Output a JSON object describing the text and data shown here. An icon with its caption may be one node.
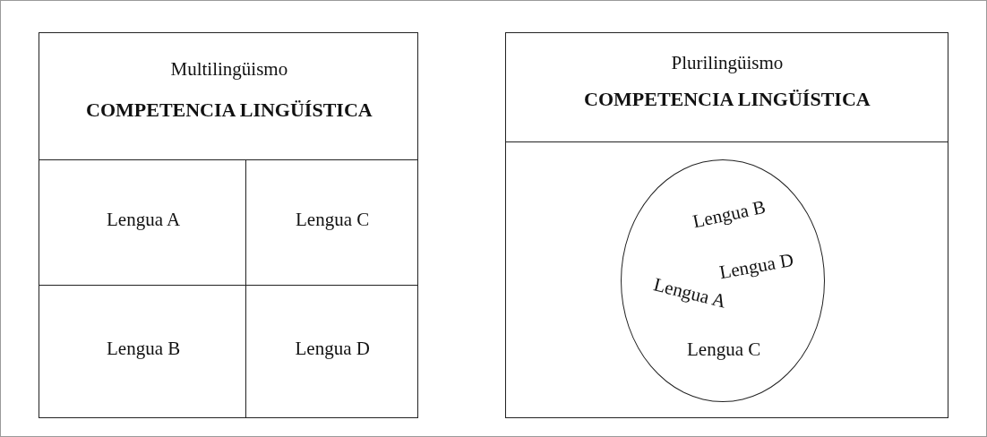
{
  "diagram": {
    "nodes": [
      {
        "text": [
          "Multilingüismo",
          "COMPETENCIA LINGÜÍSTICA"
        ]
      },
      {
        "text": [
          "Lengua A"
        ]
      },
      {
        "text": [
          "Lengua C"
        ]
      },
      {
        "text": [
          "Lengua B"
        ]
      },
      {
        "text": [
          "Lengua D"
        ]
      },
      {
        "text": [
          "Plurilingüismo",
          "COMPETENCIA LINGÜÍSTICA"
        ]
      },
      {
        "text": [],
        "shape": "box"
      },
      {
        "text": [
          "Lengua B",
          "Lengua A",
          "Lengua D",
          "Lengua C"
        ],
        "in": 6
      }
    ],
    "edges": []
  }
}
